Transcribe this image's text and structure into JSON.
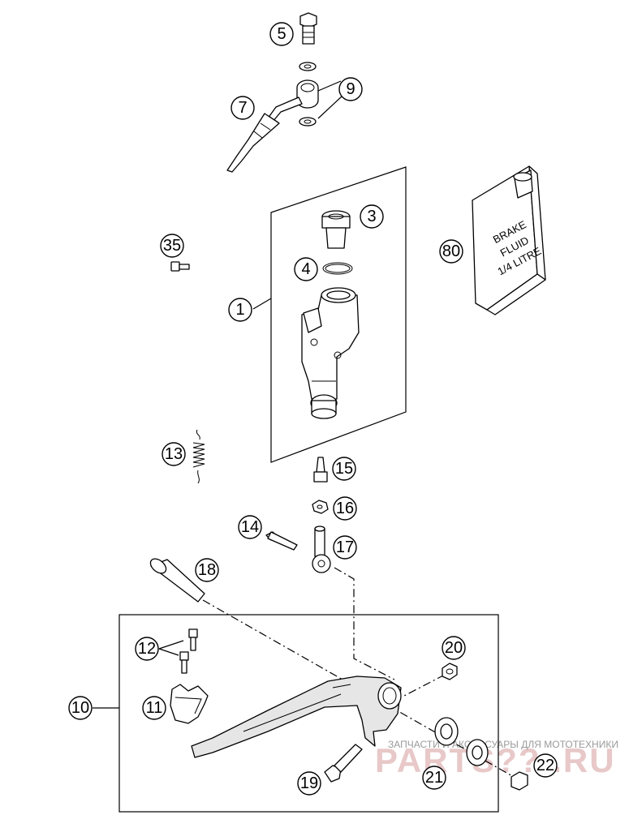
{
  "callouts": [
    "5",
    "9",
    "7",
    "3",
    "35",
    "80",
    "4",
    "1",
    "13",
    "15",
    "16",
    "14",
    "17",
    "18",
    "12",
    "20",
    "10",
    "11",
    "19",
    "21",
    "22"
  ],
  "can_label": [
    "BRAKE",
    "FLUID",
    "1/4 LITRE"
  ],
  "watermark": {
    "subtitle": "ЗАПЧАСТИ И АКСЕССУАРЫ ДЛЯ МОТОТЕХНИКИ",
    "brand": "PARTS?? .RU"
  }
}
